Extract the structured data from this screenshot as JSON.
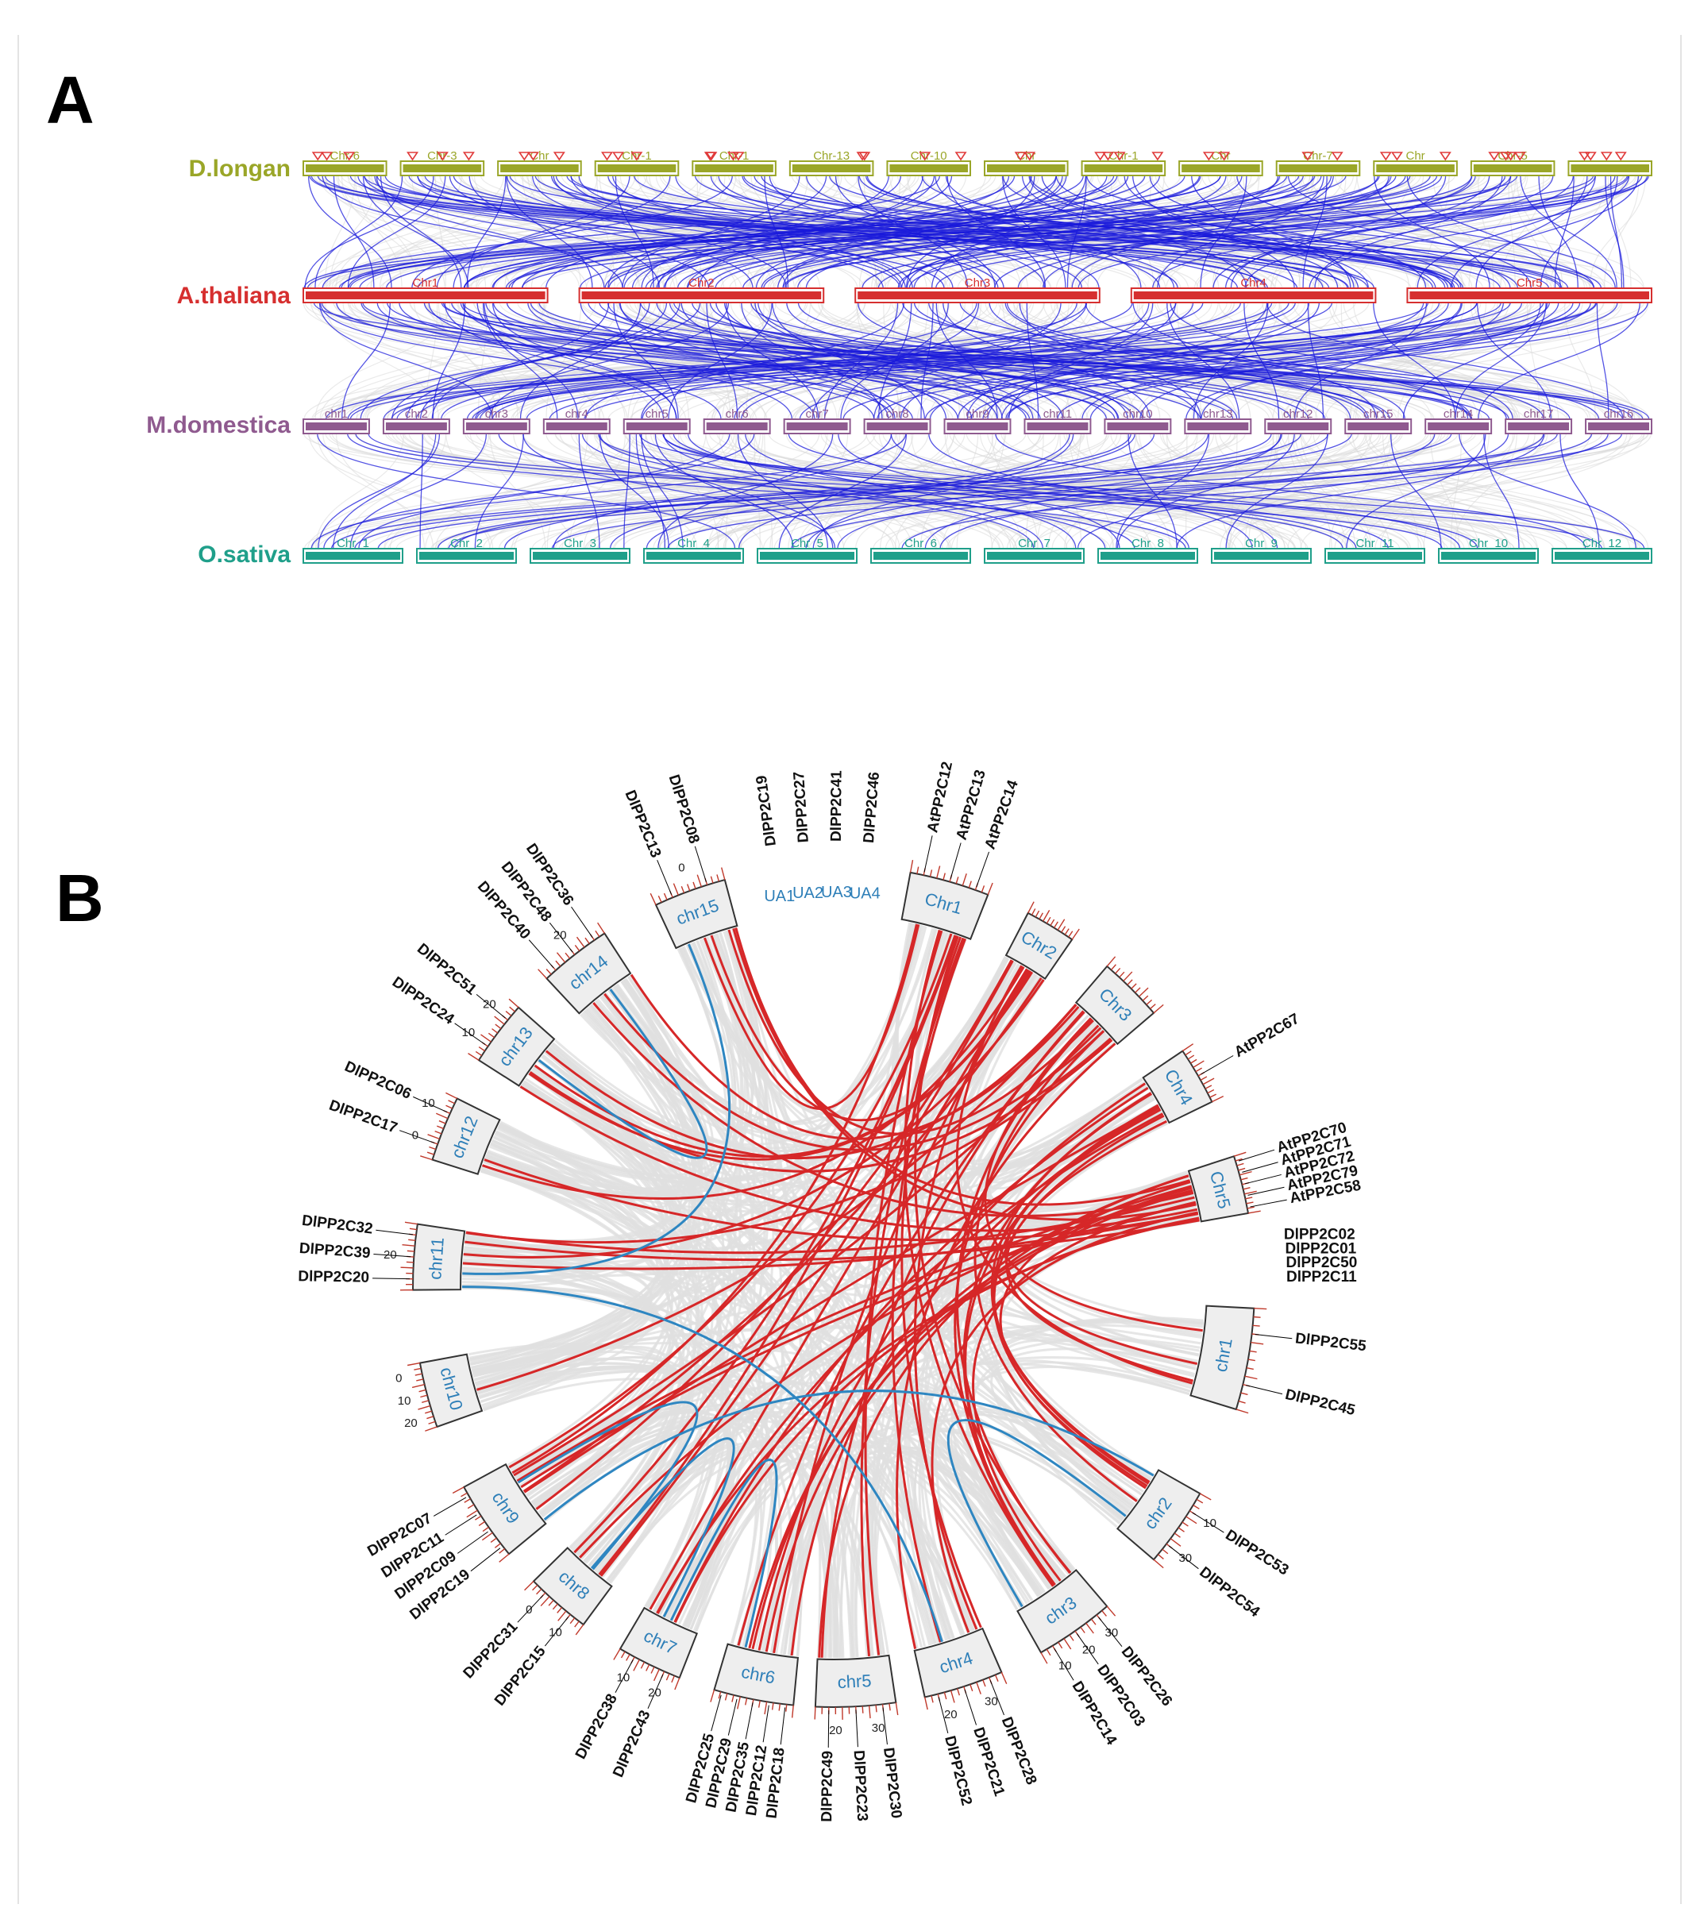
{
  "panelA": {
    "label": "A",
    "tracks": [
      {
        "id": "dl",
        "species": "D.longan",
        "color": "#9aa628",
        "chrs": [
          "Chr-6",
          "Chr-3",
          "Chr",
          "Chr-1",
          "Chr-1",
          "Chr-13",
          "Chr-10",
          "Chr",
          "Chr-1",
          "Chr",
          "Chr-7",
          "Chr",
          "Chr-5",
          ""
        ]
      },
      {
        "id": "at",
        "species": "A.thaliana",
        "color": "#d62f2f",
        "chrs": [
          "Chr1",
          "Chr2",
          "Chr3",
          "Chr4",
          "Chr5"
        ]
      },
      {
        "id": "md",
        "species": "M.domestica",
        "color": "#8f5a8f",
        "chrs": [
          "chr1",
          "chr2",
          "chr3",
          "chr4",
          "chr5",
          "chr6",
          "chr7",
          "chr8",
          "chr9",
          "chr11",
          "chr10",
          "chr13",
          "chr12",
          "chr15",
          "chr14",
          "chr17",
          "chr16"
        ]
      },
      {
        "id": "os",
        "species": "O.sativa",
        "color": "#1f9f8a",
        "chrs": [
          "Chr_1",
          "Chr_2",
          "Chr_3",
          "Chr_4",
          "Chr_5",
          "Chr_6",
          "Chr_7",
          "Chr_8",
          "Chr_9",
          "Chr_11",
          "Chr_10",
          "Chr_12"
        ]
      }
    ],
    "link_color": "#1a1adb",
    "background_link_color": "#d8d8d8"
  },
  "panelB": {
    "label": "B",
    "chromosomes": [
      "chr15",
      "chr14",
      "chr13",
      "chr12",
      "chr11",
      "chr10",
      "chr9",
      "chr8",
      "chr7",
      "chr6",
      "chr5",
      "chr4",
      "chr3",
      "chr2",
      "chr1",
      "Chr5",
      "Chr4",
      "Chr3",
      "Chr2",
      "Chr1"
    ],
    "unanchored": [
      "UA1",
      "UA2",
      "UA3",
      "UA4"
    ],
    "tick_labels": {
      "chr15": [
        "0"
      ],
      "chr14": [
        "20"
      ],
      "chr13": [
        "10",
        "20"
      ],
      "chr12": [
        "0",
        "10"
      ],
      "chr11": [
        "20"
      ],
      "chr10": [
        "20",
        "10",
        "0"
      ],
      "chr8": [
        "10",
        "0"
      ],
      "chr7": [
        "20",
        "10"
      ],
      "chr5": [
        "30",
        "20"
      ],
      "chr4": [
        "30",
        "20"
      ],
      "chr3": [
        "30",
        "20",
        "10"
      ],
      "chr2": [
        "10",
        "30"
      ]
    },
    "gene_labels": {
      "chr15": [
        "DlPP2C13",
        "DlPP2C08"
      ],
      "chr14": [
        "DlPP2C40",
        "DlPP2C48",
        "DlPP2C36"
      ],
      "chr13": [
        "DlPP2C24",
        "DlPP2C51"
      ],
      "chr12": [
        "DlPP2C17",
        "DlPP2C06"
      ],
      "chr11": [
        "DlPP2C20",
        "DlPP2C39",
        "DlPP2C32"
      ],
      "chr9": [
        "DlPP2C19",
        "DlPP2C09",
        "DlPP2C11",
        "DlPP2C07"
      ],
      "chr8": [
        "DlPP2C15",
        "DlPP2C31"
      ],
      "chr7": [
        "DlPP2C43",
        "DlPP2C38"
      ],
      "chr6": [
        "DlPP2C18",
        "DlPP2C12",
        "DlPP2C35",
        "DlPP2C29",
        "DlPP2C25"
      ],
      "chr5": [
        "DlPP2C30",
        "DlPP2C23",
        "DlPP2C49"
      ],
      "chr4": [
        "DlPP2C28",
        "DlPP2C21",
        "DlPP2C52"
      ],
      "chr3": [
        "DlPP2C26",
        "DlPP2C03",
        "DlPP2C14"
      ],
      "chr2": [
        "DlPP2C53",
        "DlPP2C54"
      ],
      "chr1": [
        "DlPP2C55",
        "DlPP2C45"
      ],
      "Chr5": [
        "AtPP2C70",
        "AtPP2C71",
        "AtPP2C72",
        "AtPP2C79",
        "AtPP2C58"
      ],
      "Chr1": [
        "AtPP2C12",
        "AtPP2C13",
        "AtPP2C14"
      ],
      "UA": [
        "DlPP2C19",
        "DlPP2C27",
        "DlPP2C41",
        "DlPP2C46"
      ],
      "right_column": [
        "DlPP2C02",
        "DlPP2C01",
        "DlPP2C50",
        "DlPP2C11"
      ],
      "Chr4": [
        "AtPP2C67"
      ]
    },
    "colors": {
      "chr_label": "#2e7fb8",
      "tick": "#c0392b",
      "link_red": "#d62728",
      "link_blue": "#2e86c1",
      "link_grey": "#e0e0e0"
    }
  }
}
